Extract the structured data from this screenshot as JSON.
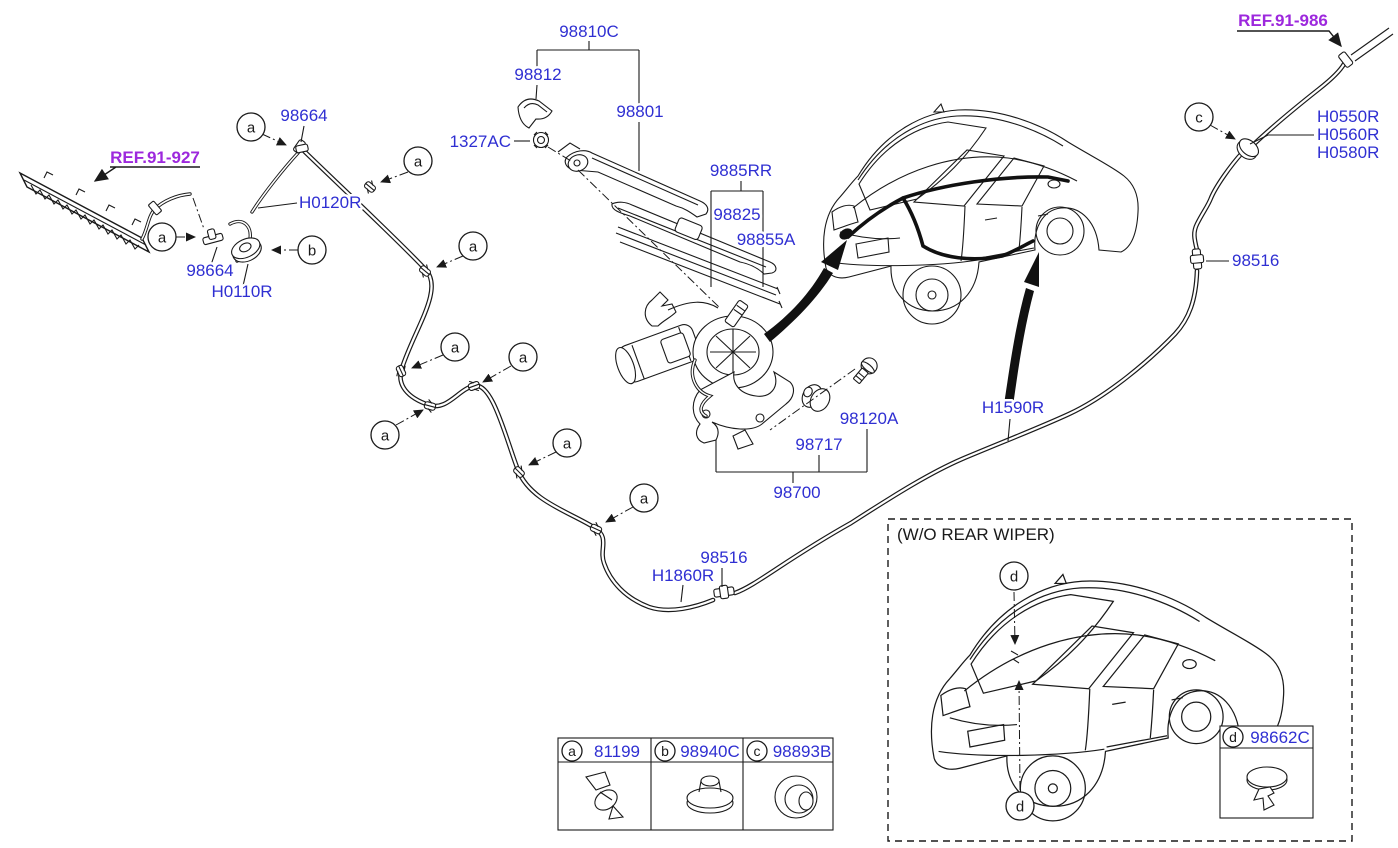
{
  "diagram": {
    "type": "vehicle-parts-diagram",
    "subject": "rear wiper and washer",
    "colors": {
      "part_label": "#2f2fd2",
      "reference_label": "#9d28dd",
      "line": "#1a1a1a",
      "background": "#ffffff"
    }
  },
  "labels": {
    "p98810C": "98810C",
    "p98812": "98812",
    "p1327AC": "1327AC",
    "p98801": "98801",
    "p9885RR": "9885RR",
    "p98825": "98825",
    "p98855A": "98855A",
    "p98664_top": "98664",
    "ref_91_927": "REF.91-927",
    "pH0120R": "H0120R",
    "p98664_low": "98664",
    "pH0110R": "H0110R",
    "ref_91_986": "REF.91-986",
    "pH0550R": "H0550R",
    "pH0560R": "H0560R",
    "pH0580R": "H0580R",
    "p98516_right": "98516",
    "pH1590R": "H1590R",
    "p98120A": "98120A",
    "p98717": "98717",
    "p98700": "98700",
    "p98516_mid": "98516",
    "pH1860R": "H1860R"
  },
  "callouts": {
    "a": "a",
    "b": "b",
    "c": "c",
    "d": "d"
  },
  "legend": {
    "items": [
      {
        "letter": "a",
        "part": "81199",
        "icon": "hose-clip"
      },
      {
        "letter": "b",
        "part": "98940C",
        "icon": "grommet"
      },
      {
        "letter": "c",
        "part": "98893B",
        "icon": "ring-grommet"
      }
    ]
  },
  "wo_box": {
    "title": "(W/O REAR WIPER)",
    "part": {
      "letter": "d",
      "number": "98662C",
      "icon": "snap-plug"
    }
  }
}
